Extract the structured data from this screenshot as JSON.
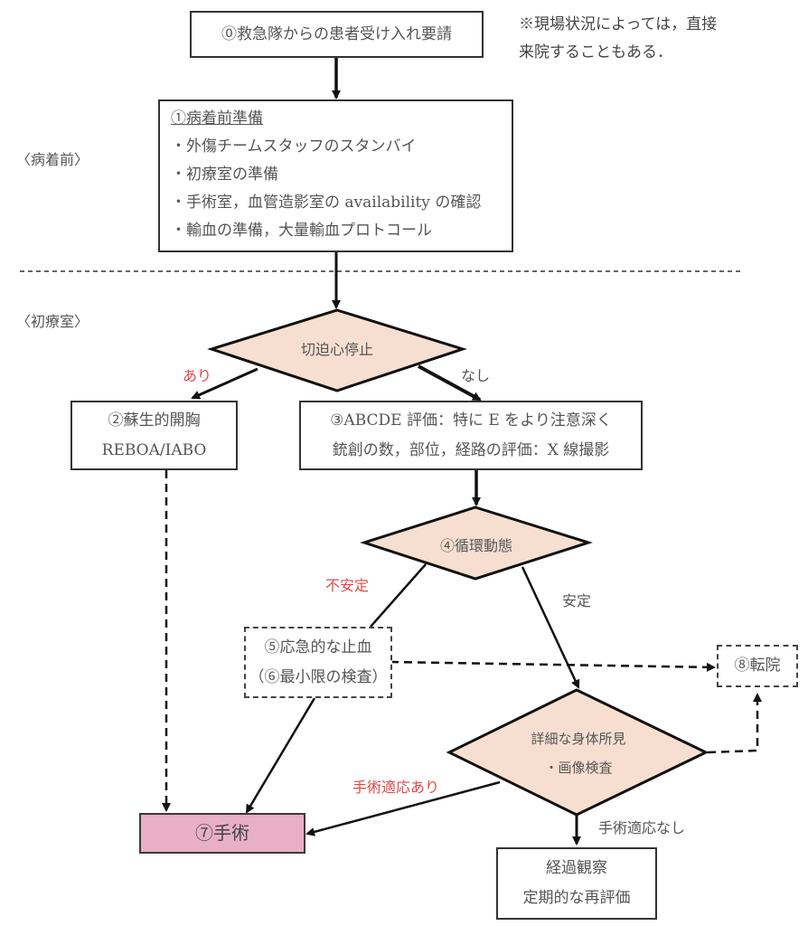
{
  "sections": {
    "pre_arrival": "〈病着前〉",
    "initial_room": "〈初療室〉"
  },
  "note": {
    "line1": "※現場状況によっては，直接",
    "line2": "来院することもある．"
  },
  "nodes": {
    "n0": {
      "text": "⓪救急隊からの患者受け入れ要請"
    },
    "n1": {
      "title": "①病着前準備",
      "items": [
        "・外傷チームスタッフのスタンバイ",
        "・初療室の準備",
        "・手術室，血管造影室の availability の確認",
        "・輸血の準備，大量輸血プロトコール"
      ]
    },
    "d_arrest": {
      "text": "切迫心停止"
    },
    "n2": {
      "line1": "②蘇生的開胸",
      "line2": "REBOA/IABO"
    },
    "n3": {
      "line1": "③ABCDE 評価：特に E をより注意深く",
      "line2": "銃創の数，部位，経路の評価：X 線撮影"
    },
    "d_hemo": {
      "text": "④循環動態"
    },
    "n5": {
      "line1": "⑤応急的な止血",
      "line2": "（⑥最小限の検査）"
    },
    "n8": {
      "text": "⑧転院"
    },
    "d_exam": {
      "line1": "詳細な身体所見",
      "line2": "・画像検査"
    },
    "n7": {
      "text": "⑦手術"
    },
    "n_obs": {
      "line1": "経過観察",
      "line2": "定期的な再評価"
    }
  },
  "edge_labels": {
    "yes_arrest": "あり",
    "no_arrest": "なし",
    "unstable": "不安定",
    "stable": "安定",
    "surgery_indicated": "手術適応あり",
    "no_surgery": "手術適応なし"
  },
  "colors": {
    "diamond_fill": "#f6dfd0",
    "surgery_fill": "#e9afc4",
    "red_label": "#e04848"
  }
}
